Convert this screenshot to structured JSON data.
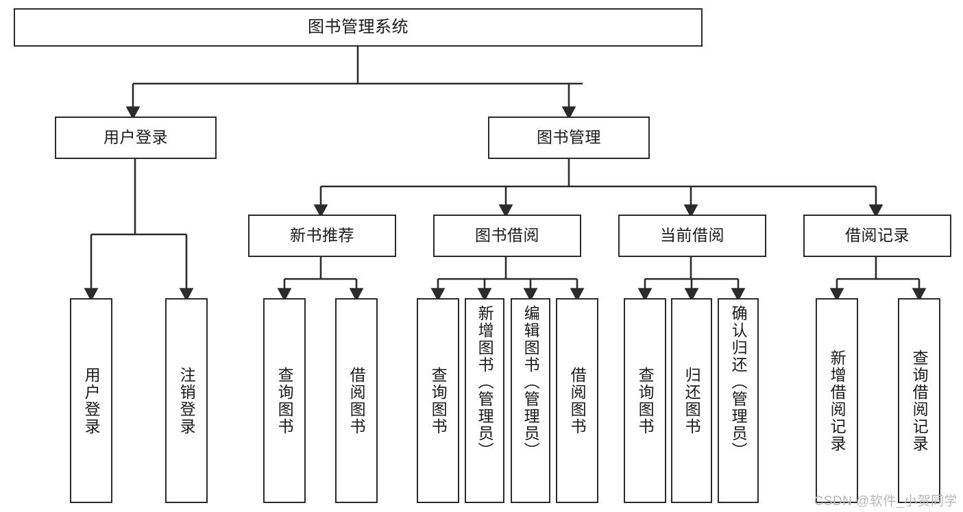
{
  "diagram": {
    "title": "图书管理系统",
    "type": "hierarchy-tree",
    "watermark": "CSDN @软件_小贺同学",
    "colors": {
      "stroke": "#2b2b2b",
      "fill": "#ffffff",
      "text": "#1a1a1a",
      "watermark": "#b9b9b9"
    },
    "levels": {
      "level0": {
        "label": "图书管理系统"
      },
      "level1": [
        {
          "id": "user-login",
          "label": "用户登录"
        },
        {
          "id": "book-manage",
          "label": "图书管理"
        }
      ],
      "level2": [
        {
          "id": "new-book-recommend",
          "label": "新书推荐",
          "parent": "book-manage"
        },
        {
          "id": "book-borrow",
          "label": "图书借阅",
          "parent": "book-manage"
        },
        {
          "id": "current-borrow",
          "label": "当前借阅",
          "parent": "book-manage"
        },
        {
          "id": "borrow-record",
          "label": "借阅记录",
          "parent": "book-manage"
        }
      ],
      "level3": [
        {
          "id": "leaf-user-login",
          "label": "用户登录",
          "parent": "user-login"
        },
        {
          "id": "leaf-logout-login",
          "label": "注销登录",
          "parent": "user-login"
        },
        {
          "id": "leaf-query-book-1",
          "label": "查询图书",
          "parent": "new-book-recommend"
        },
        {
          "id": "leaf-borrow-book-1",
          "label": "借阅图书",
          "parent": "new-book-recommend"
        },
        {
          "id": "leaf-query-book-2",
          "label": "查询图书",
          "parent": "book-borrow"
        },
        {
          "id": "leaf-add-book",
          "label": "新增图书（管理员）",
          "parent": "book-borrow"
        },
        {
          "id": "leaf-edit-book",
          "label": "编辑图书（管理员）",
          "parent": "book-borrow"
        },
        {
          "id": "leaf-borrow-book-2",
          "label": "借阅图书",
          "parent": "book-borrow"
        },
        {
          "id": "leaf-query-book-3",
          "label": "查询图书",
          "parent": "current-borrow"
        },
        {
          "id": "leaf-return-book",
          "label": "归还图书",
          "parent": "current-borrow"
        },
        {
          "id": "leaf-confirm-return",
          "label": "确认归还（管理员）",
          "parent": "current-borrow"
        },
        {
          "id": "leaf-add-record",
          "label": "新增借阅记录",
          "parent": "borrow-record"
        },
        {
          "id": "leaf-query-record",
          "label": "查询借阅记录",
          "parent": "borrow-record"
        }
      ]
    }
  }
}
